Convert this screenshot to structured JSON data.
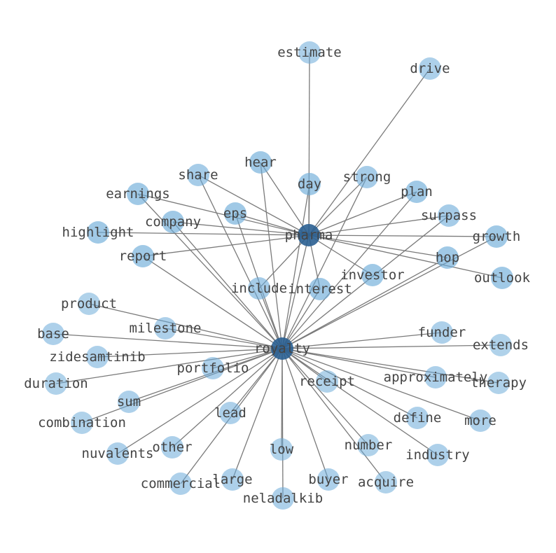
{
  "graph": {
    "hubs": [
      "pharma",
      "royalty"
    ],
    "colors": {
      "edge": "#7a7a7a",
      "node": "#6aaad8",
      "hub": "#2a5f91",
      "label": "#444444"
    },
    "nodes": [
      {
        "id": "pharma",
        "label": "pharma",
        "weight": 1.0
      },
      {
        "id": "royalty",
        "label": "royalty",
        "weight": 1.0
      },
      {
        "id": "estimate",
        "label": "estimate",
        "weight": 0.45
      },
      {
        "id": "drive",
        "label": "drive",
        "weight": 0.45
      },
      {
        "id": "hear",
        "label": "hear",
        "weight": 0.65
      },
      {
        "id": "day",
        "label": "day",
        "weight": 0.65
      },
      {
        "id": "strong",
        "label": "strong",
        "weight": 0.55
      },
      {
        "id": "share",
        "label": "share",
        "weight": 0.55
      },
      {
        "id": "plan",
        "label": "plan",
        "weight": 0.65
      },
      {
        "id": "earnings",
        "label": "earnings",
        "weight": 0.65
      },
      {
        "id": "surpass",
        "label": "surpass",
        "weight": 0.55
      },
      {
        "id": "eps",
        "label": "eps",
        "weight": 0.65
      },
      {
        "id": "company",
        "label": "company",
        "weight": 0.65
      },
      {
        "id": "highlight",
        "label": "highlight",
        "weight": 0.65
      },
      {
        "id": "growth",
        "label": "growth",
        "weight": 0.65
      },
      {
        "id": "hop",
        "label": "hop",
        "weight": 0.65
      },
      {
        "id": "report",
        "label": "report",
        "weight": 0.65
      },
      {
        "id": "investor",
        "label": "investor",
        "weight": 0.65
      },
      {
        "id": "outlook",
        "label": "outlook",
        "weight": 0.65
      },
      {
        "id": "include",
        "label": "include",
        "weight": 0.55
      },
      {
        "id": "interest",
        "label": "interest",
        "weight": 0.65
      },
      {
        "id": "product",
        "label": "product",
        "weight": 0.4
      },
      {
        "id": "milestone",
        "label": "milestone",
        "weight": 0.45
      },
      {
        "id": "funder",
        "label": "funder",
        "weight": 0.45
      },
      {
        "id": "base",
        "label": "base",
        "weight": 0.45
      },
      {
        "id": "extends",
        "label": "extends",
        "weight": 0.4
      },
      {
        "id": "zidesamtinib",
        "label": "zidesamtinib",
        "weight": 0.45
      },
      {
        "id": "portfolio",
        "label": "portfolio",
        "weight": 0.45
      },
      {
        "id": "approximately",
        "label": "approximately",
        "weight": 0.45
      },
      {
        "id": "receipt",
        "label": "receipt",
        "weight": 0.4
      },
      {
        "id": "therapy",
        "label": "therapy",
        "weight": 0.4
      },
      {
        "id": "duration",
        "label": "duration",
        "weight": 0.4
      },
      {
        "id": "sum",
        "label": "sum",
        "weight": 0.45
      },
      {
        "id": "define",
        "label": "define",
        "weight": 0.45
      },
      {
        "id": "more",
        "label": "more",
        "weight": 0.45
      },
      {
        "id": "combination",
        "label": "combination",
        "weight": 0.4
      },
      {
        "id": "lead",
        "label": "lead",
        "weight": 0.45
      },
      {
        "id": "number",
        "label": "number",
        "weight": 0.4
      },
      {
        "id": "nuvalents",
        "label": "nuvalents",
        "weight": 0.45
      },
      {
        "id": "other",
        "label": "other",
        "weight": 0.45
      },
      {
        "id": "low",
        "label": "low",
        "weight": 0.4
      },
      {
        "id": "industry",
        "label": "industry",
        "weight": 0.45
      },
      {
        "id": "commercial",
        "label": "commercial",
        "weight": 0.45
      },
      {
        "id": "large",
        "label": "large",
        "weight": 0.45
      },
      {
        "id": "buyer",
        "label": "buyer",
        "weight": 0.45
      },
      {
        "id": "acquire",
        "label": "acquire",
        "weight": 0.4
      },
      {
        "id": "neladalkib",
        "label": "neladalkib",
        "weight": 0.45
      }
    ],
    "edges": [
      [
        "pharma",
        "royalty"
      ],
      [
        "pharma",
        "estimate"
      ],
      [
        "pharma",
        "drive"
      ],
      [
        "pharma",
        "hear"
      ],
      [
        "pharma",
        "day"
      ],
      [
        "pharma",
        "strong"
      ],
      [
        "pharma",
        "share"
      ],
      [
        "pharma",
        "plan"
      ],
      [
        "pharma",
        "earnings"
      ],
      [
        "pharma",
        "surpass"
      ],
      [
        "pharma",
        "eps"
      ],
      [
        "pharma",
        "company"
      ],
      [
        "pharma",
        "highlight"
      ],
      [
        "pharma",
        "growth"
      ],
      [
        "pharma",
        "hop"
      ],
      [
        "pharma",
        "report"
      ],
      [
        "pharma",
        "investor"
      ],
      [
        "pharma",
        "outlook"
      ],
      [
        "pharma",
        "include"
      ],
      [
        "pharma",
        "interest"
      ],
      [
        "royalty",
        "hear"
      ],
      [
        "royalty",
        "day"
      ],
      [
        "royalty",
        "strong"
      ],
      [
        "royalty",
        "share"
      ],
      [
        "royalty",
        "plan"
      ],
      [
        "royalty",
        "earnings"
      ],
      [
        "royalty",
        "surpass"
      ],
      [
        "royalty",
        "eps"
      ],
      [
        "royalty",
        "company"
      ],
      [
        "royalty",
        "growth"
      ],
      [
        "royalty",
        "hop"
      ],
      [
        "royalty",
        "report"
      ],
      [
        "royalty",
        "include"
      ],
      [
        "royalty",
        "interest"
      ],
      [
        "royalty",
        "product"
      ],
      [
        "royalty",
        "milestone"
      ],
      [
        "royalty",
        "funder"
      ],
      [
        "royalty",
        "base"
      ],
      [
        "royalty",
        "extends"
      ],
      [
        "royalty",
        "zidesamtinib"
      ],
      [
        "royalty",
        "portfolio"
      ],
      [
        "royalty",
        "approximately"
      ],
      [
        "royalty",
        "receipt"
      ],
      [
        "royalty",
        "therapy"
      ],
      [
        "royalty",
        "duration"
      ],
      [
        "royalty",
        "sum"
      ],
      [
        "royalty",
        "define"
      ],
      [
        "royalty",
        "more"
      ],
      [
        "royalty",
        "combination"
      ],
      [
        "royalty",
        "lead"
      ],
      [
        "royalty",
        "number"
      ],
      [
        "royalty",
        "nuvalents"
      ],
      [
        "royalty",
        "other"
      ],
      [
        "royalty",
        "low"
      ],
      [
        "royalty",
        "industry"
      ],
      [
        "royalty",
        "commercial"
      ],
      [
        "royalty",
        "large"
      ],
      [
        "royalty",
        "buyer"
      ],
      [
        "royalty",
        "acquire"
      ],
      [
        "royalty",
        "neladalkib"
      ]
    ]
  }
}
